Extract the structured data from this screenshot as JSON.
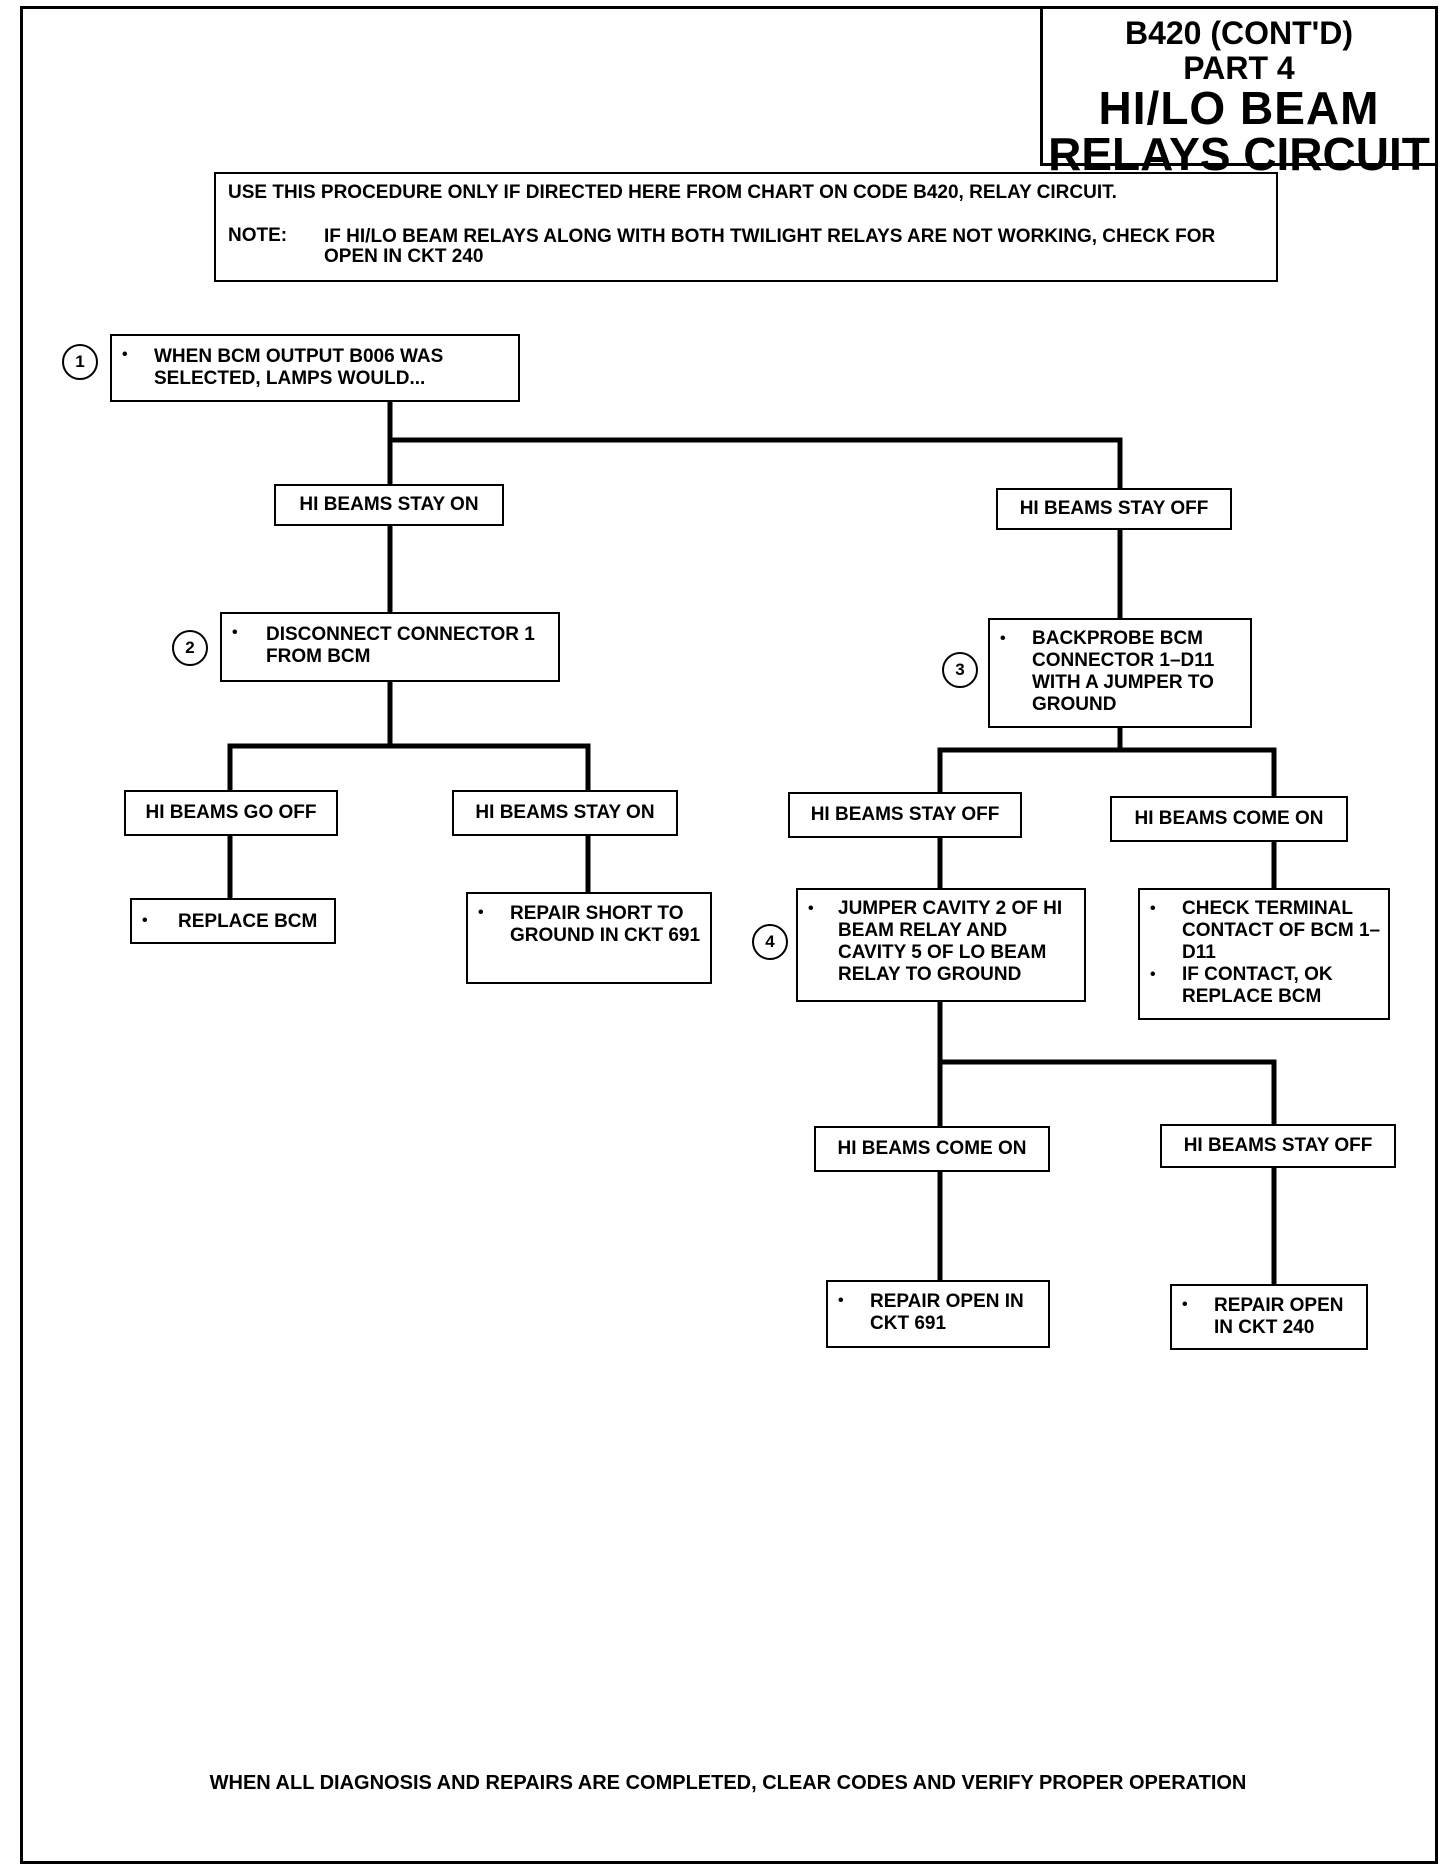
{
  "title": {
    "line1": "B420 (CONT'D)",
    "line2": "PART 4",
    "line3": "HI/LO BEAM",
    "line4": "RELAYS CIRCUIT"
  },
  "intro": {
    "line1": "USE THIS PROCEDURE ONLY IF DIRECTED HERE FROM CHART ON CODE B420, RELAY CIRCUIT.",
    "note_label": "NOTE:",
    "note_text": "IF HI/LO BEAM RELAYS ALONG WITH BOTH TWILIGHT RELAYS ARE NOT WORKING, CHECK FOR OPEN IN CKT 240"
  },
  "steps": {
    "s1": {
      "number": "1",
      "text": "WHEN BCM OUTPUT B006 WAS SELECTED, LAMPS WOULD..."
    },
    "s2": {
      "number": "2",
      "text": "DISCONNECT CONNECTOR 1 FROM BCM"
    },
    "s3": {
      "number": "3",
      "text": "BACKPROBE BCM CONNECTOR 1–D11 WITH A JUMPER TO GROUND"
    },
    "s4": {
      "number": "4",
      "text": "JUMPER CAVITY 2 OF HI BEAM RELAY AND CAVITY 5 OF LO BEAM RELAY TO GROUND"
    }
  },
  "labels": {
    "l_stay_on_1": "HI BEAMS STAY ON",
    "l_stay_off_1": "HI BEAMS STAY OFF",
    "l_go_off": "HI BEAMS GO OFF",
    "l_stay_on_2": "HI BEAMS STAY ON",
    "l_stay_off_2": "HI BEAMS STAY OFF",
    "l_come_on_1": "HI BEAMS COME ON",
    "l_come_on_2": "HI BEAMS COME ON",
    "l_stay_off_3": "HI BEAMS STAY OFF"
  },
  "actions": {
    "replace_bcm": "REPLACE BCM",
    "repair_short": "REPAIR SHORT TO GROUND IN CKT 691",
    "check_terminal_1": "CHECK TERMINAL CONTACT OF BCM 1–D11",
    "check_terminal_2": "IF CONTACT, OK REPLACE BCM",
    "repair_open_691": "REPAIR OPEN IN CKT 691",
    "repair_open_240": "REPAIR OPEN IN CKT 240"
  },
  "bullet": "•",
  "footer": "WHEN ALL DIAGNOSIS AND REPAIRS ARE COMPLETED, CLEAR CODES AND VERIFY PROPER OPERATION"
}
